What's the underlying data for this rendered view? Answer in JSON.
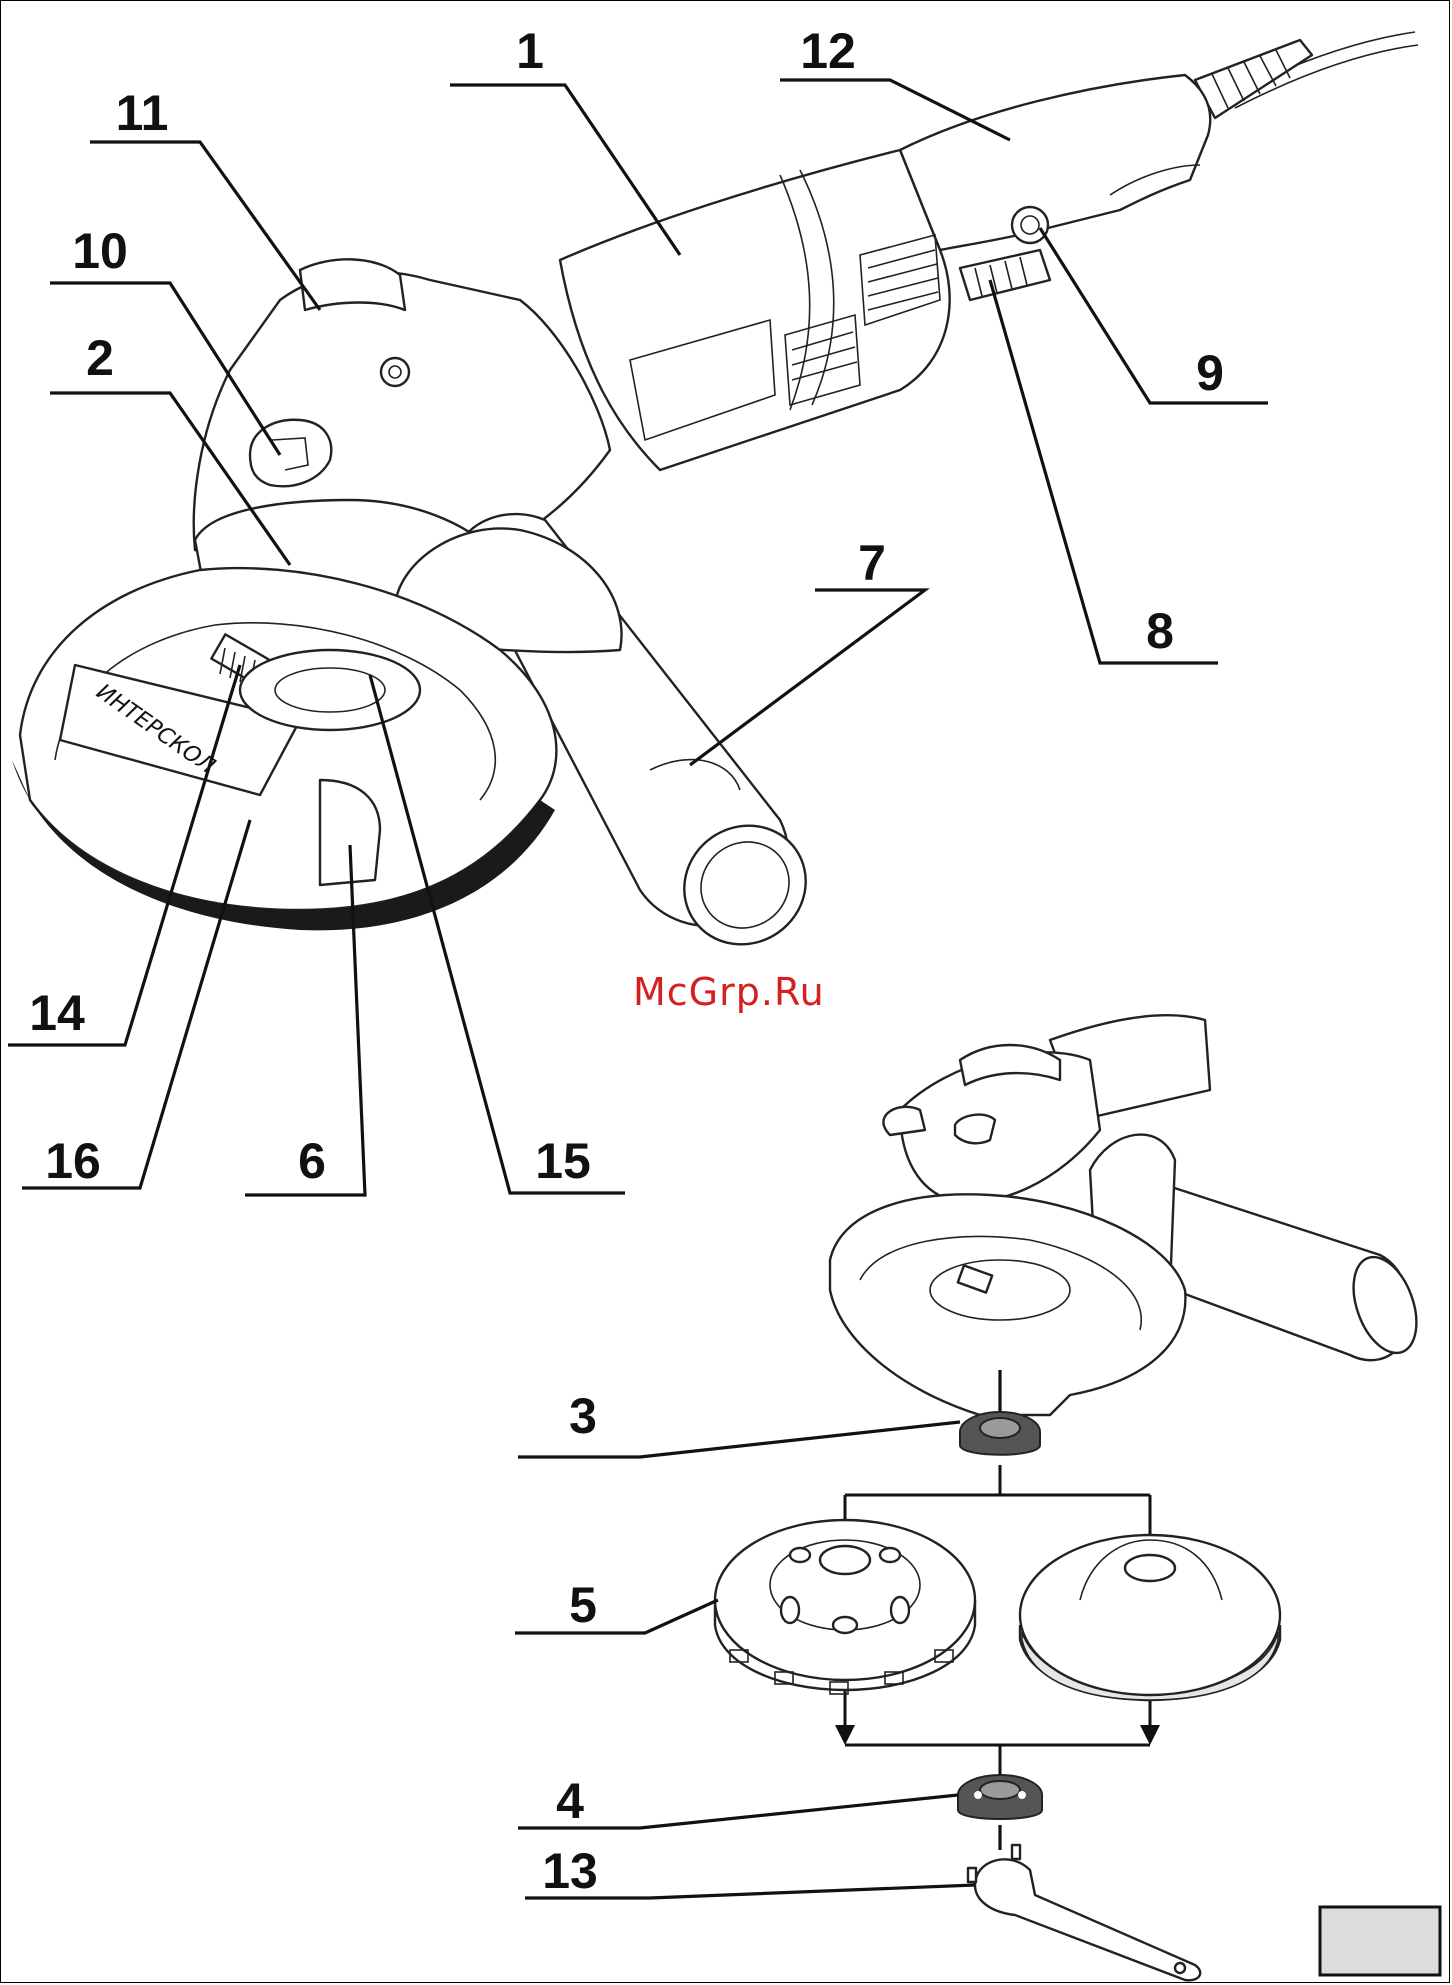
{
  "watermark": "McGrp.Ru",
  "brand_logo_text": "ИНТЕРСКОЛ",
  "callouts": [
    {
      "id": "c1",
      "label": "1"
    },
    {
      "id": "c2",
      "label": "2"
    },
    {
      "id": "c3",
      "label": "3"
    },
    {
      "id": "c4",
      "label": "4"
    },
    {
      "id": "c5",
      "label": "5"
    },
    {
      "id": "c6",
      "label": "6"
    },
    {
      "id": "c7",
      "label": "7"
    },
    {
      "id": "c8",
      "label": "8"
    },
    {
      "id": "c9",
      "label": "9"
    },
    {
      "id": "c10",
      "label": "10"
    },
    {
      "id": "c11",
      "label": "11"
    },
    {
      "id": "c12",
      "label": "12"
    },
    {
      "id": "c13",
      "label": "13"
    },
    {
      "id": "c14",
      "label": "14"
    },
    {
      "id": "c15",
      "label": "15"
    },
    {
      "id": "c16",
      "label": "16"
    }
  ],
  "colors": {
    "line": "#111111",
    "watermark": "#d42020",
    "page_tab": "#dcdcdc"
  }
}
